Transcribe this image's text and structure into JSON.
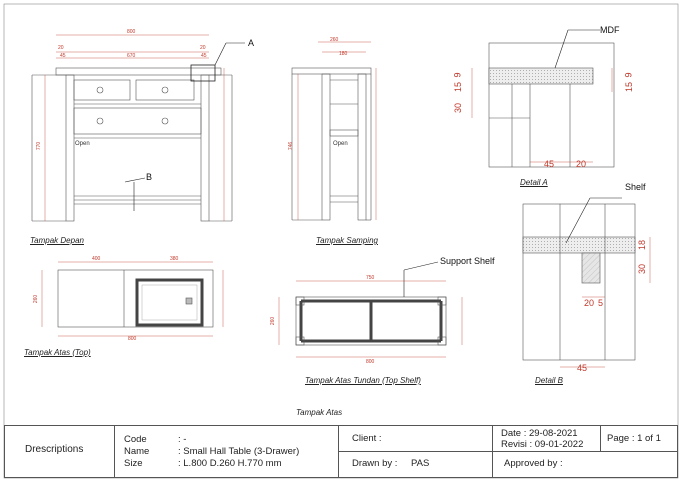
{
  "views": {
    "front": "Tampak Depan",
    "side": "Tampak Samping",
    "top": "Tampak Atas (Top)",
    "top_shelf": "Tampak Atas Tundan (Top Shelf)",
    "top_group": "Tampak Atas",
    "detail_a": "Detail A",
    "detail_b": "Detail B"
  },
  "callouts": {
    "a": "A",
    "b": "B",
    "mdf": "MDF",
    "shelf": "Shelf",
    "support_shelf": "Support Shelf"
  },
  "notes": {
    "open_front": "Open",
    "open_side": "Open"
  },
  "dims": {
    "front_width": "800",
    "front_inner": "670",
    "front_left": "20",
    "front_right": "20",
    "front_post_l": "45",
    "front_post_r": "45",
    "front_height": "770",
    "side_width": "260",
    "side_inner": "180",
    "side_height": "746",
    "a_9": "9",
    "a_15": "15",
    "a_9r": "9",
    "a_15r": "15",
    "a_30": "30",
    "a_45": "45",
    "a_20": "20",
    "b_18": "18",
    "b_30": "30",
    "b_20": "20",
    "b_5": "5",
    "b_45": "45",
    "top_total": "800",
    "top_left": "400",
    "top_right": "380",
    "top_depth": "260",
    "shelf_total": "800",
    "shelf_top": "750",
    "shelf_depth": "260"
  },
  "title_block": {
    "descriptions": "Drescriptions",
    "code_label": "Code",
    "code_value": ": -",
    "name_label": "Name",
    "name_value": ": Small Hall Table (3-Drawer)",
    "size_label": "Size",
    "size_value": ": L.800  D.260  H.770 mm",
    "client": "Client :",
    "drawn_by": "Drawn by :",
    "drawn_by_value": "PAS",
    "date": "Date : 29-08-2021",
    "revisi": "Revisi : 09-01-2022",
    "page": "Page : 1 of 1",
    "approved_by": "Approved by :"
  }
}
